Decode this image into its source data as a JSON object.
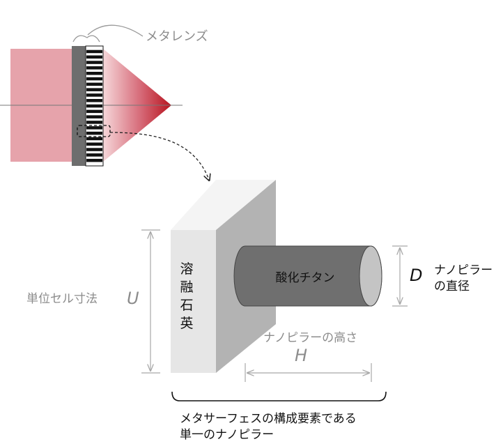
{
  "labels": {
    "metalens": "メタレンズ",
    "fused_silica": [
      "溶",
      "融",
      "石",
      "英"
    ],
    "titanium_oxide": "酸化チタン",
    "diameter_symbol": "D",
    "diameter_label_line1": "ナノピラー",
    "diameter_label_line2": "の直径",
    "unit_cell_label": "単位セル寸法",
    "unit_cell_symbol": "U",
    "height_label": "ナノピラーの高さ",
    "height_symbol": "H",
    "caption_line1": "メタサーフェスの構成要素である",
    "caption_line2": "単一のナノピラー"
  },
  "colors": {
    "beam": "#e6a3ab",
    "focus_dark": "#b8141f",
    "substrate_front": "#e6e6e6",
    "substrate_side": "#b3b3b3",
    "substrate_top": "#f4f4f4",
    "pillar_body": "#6f6f6f",
    "pillar_end": "#c4c4c4",
    "label_gray": "#8c8c8c",
    "dimension_gray": "#a8a8a8"
  }
}
